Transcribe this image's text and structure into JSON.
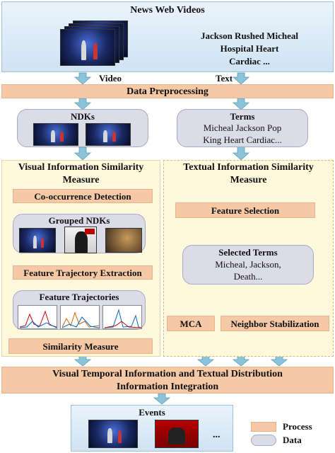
{
  "top_box": {
    "title": "News Web Videos",
    "text_line1": "Jackson Rushed Micheal",
    "text_line2": "Hospital Heart",
    "text_line3": "Cardiac ..."
  },
  "edge_labels": {
    "video": "Video",
    "text": "Text"
  },
  "data_preprocessing": "Data Preprocessing",
  "ndks": "NDKs",
  "terms": {
    "title": "Terms",
    "line1": "Micheal Jackson Pop",
    "line2": "King Heart Cardiac..."
  },
  "visual_panel": {
    "title_line1": "Visual  Information Similarity",
    "title_line2": "Measure",
    "co_occurrence": "Co-occurrence Detection",
    "grouped_ndks": "Grouped NDKs",
    "feature_trajectory_extraction": "Feature Trajectory Extraction",
    "feature_trajectories": "Feature Trajectories",
    "similarity_measure": "Similarity Measure"
  },
  "textual_panel": {
    "title_line1": "Textual Information Similarity",
    "title_line2": "Measure",
    "feature_selection": "Feature Selection",
    "selected_terms": {
      "title": "Selected Terms",
      "line1": "Micheal, Jackson,",
      "line2": "Death..."
    },
    "mca": "MCA",
    "neighbor_stabilization": "Neighbor Stabilization"
  },
  "integration": {
    "line1": "Visual Temporal Information and Textual  Distribution",
    "line2": "Information Integration"
  },
  "events": {
    "title": "Events",
    "ellipsis": "..."
  },
  "legend": {
    "process": "Process",
    "data": "Data"
  },
  "colors": {
    "process": "#f6c9a6",
    "data": "#dcdce8",
    "panel": "#fff8dc",
    "arrow": "#6fb0c9",
    "blue_box": "#d8e9f6"
  }
}
